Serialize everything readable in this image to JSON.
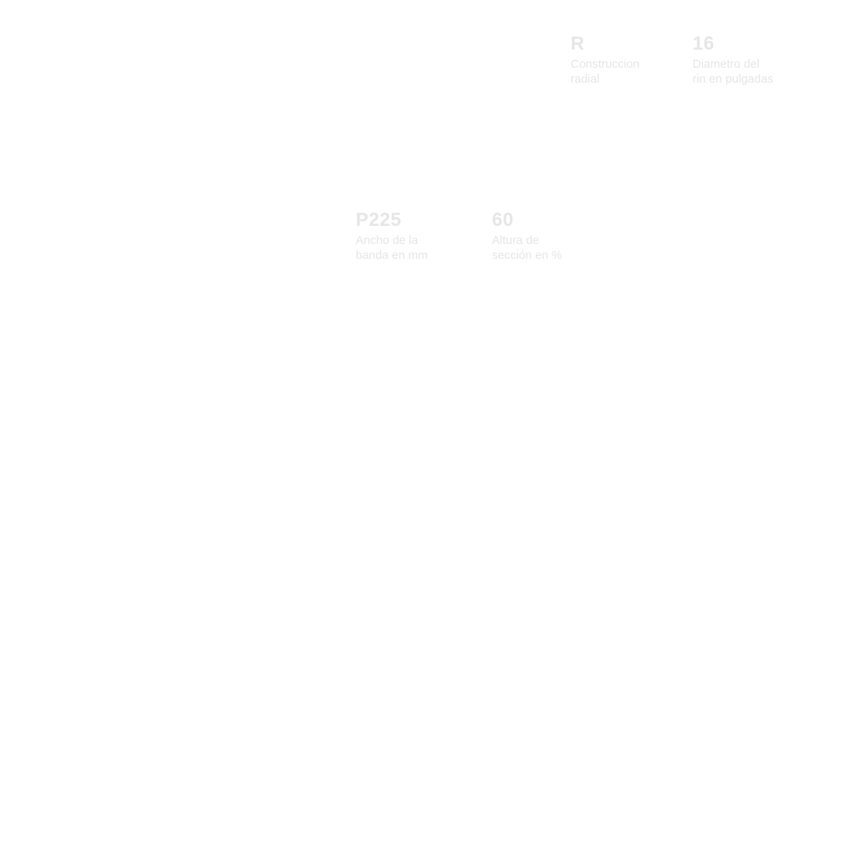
{
  "specs": {
    "construction": {
      "code": "R",
      "desc_line1": "Construccion",
      "desc_line2": "radial"
    },
    "rim": {
      "code": "16",
      "desc_line1": "Diametro del",
      "desc_line2": "rin en pulgadas"
    },
    "width": {
      "code": "P225",
      "desc_line1": "Ancho de la",
      "desc_line2": "banda en mm"
    },
    "aspect": {
      "code": "60",
      "desc_line1": "Altura de",
      "desc_line2": "sección en %"
    }
  },
  "colors": {
    "background": "#ffffff",
    "text": "#e6e6e6"
  }
}
